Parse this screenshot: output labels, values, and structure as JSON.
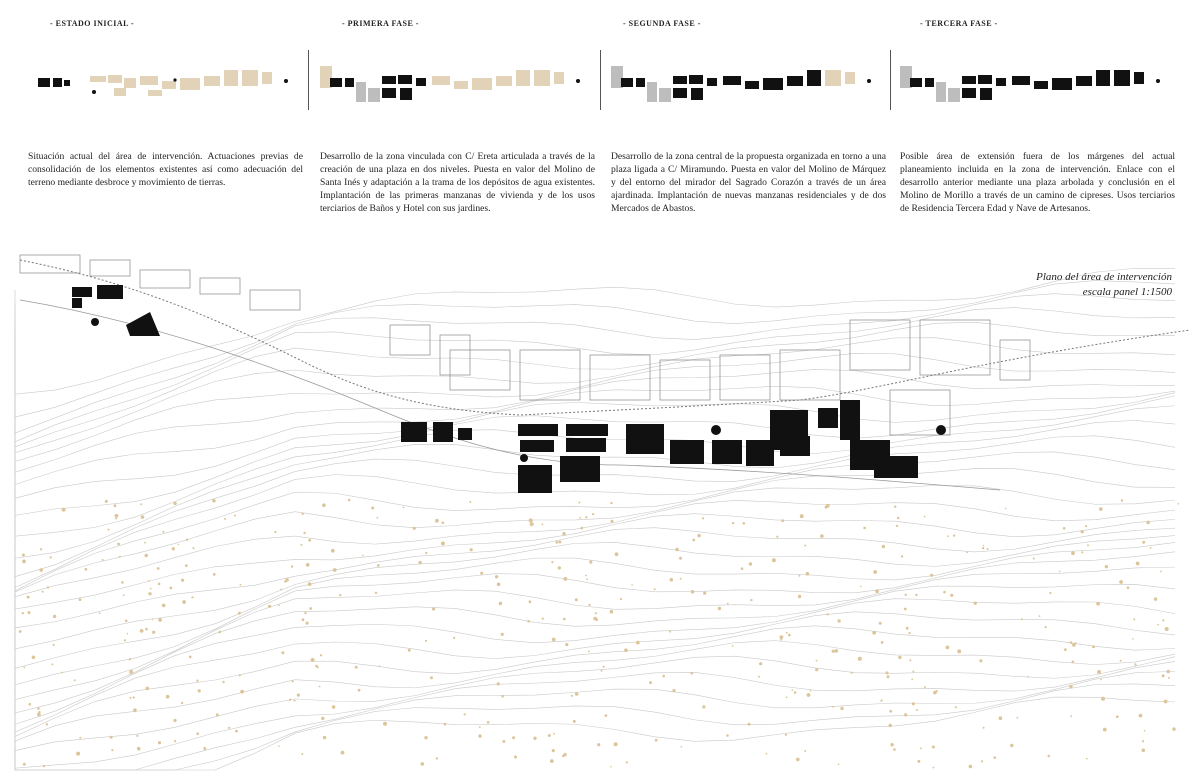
{
  "phases": [
    {
      "title": "- ESTADO INICIAL -",
      "description": "Situación actual del área de intervención. Actuaciones previas de consolidación de los elementos existentes así como adecuación del terreno mediante desbroce y movimiento de tierras."
    },
    {
      "title": "- PRIMERA FASE -",
      "description": "Desarrollo de la zona vinculada con C/ Ereta articulada a través de la creación de una plaza en dos niveles. Puesta en valor del Molino de Santa Inés y adaptación a la trama de los depósitos de agua existentes. Implantación de las primeras manzanas de vivienda y de los usos terciarios de Baños y Hotel con sus jardines."
    },
    {
      "title": "- SEGUNDA FASE -",
      "description": "Desarrollo de la zona central de la propuesta organizada en torno a una plaza ligada a C/ Miramundo. Puesta en valor del Molino de Márquez y del entorno del mirador del Sagrado Corazón a través de un área ajardinada. Implantación de nuevas manzanas residenciales y de dos Mercados de Abastos."
    },
    {
      "title": "- TERCERA FASE -",
      "description": "Posible área de extensión fuera de los márgenes del actual planeamiento incluida en la zona de intervención. Enlace con el desarrollo anterior mediante una plaza arbolada y conclusión en el Molino de Morillo a través de un camino de cipreses. Usos terciarios de Residencia Tercera Edad y Nave de Artesanos."
    }
  ],
  "plan": {
    "title_line1": "Plano del área de intervención",
    "title_line2": "escala panel 1:1500"
  },
  "colors": {
    "built": "#111111",
    "future": "#e2d2b8",
    "gray": "#bdbdbd",
    "contour": "#c9c9c9",
    "trees": "#dcc59a"
  }
}
